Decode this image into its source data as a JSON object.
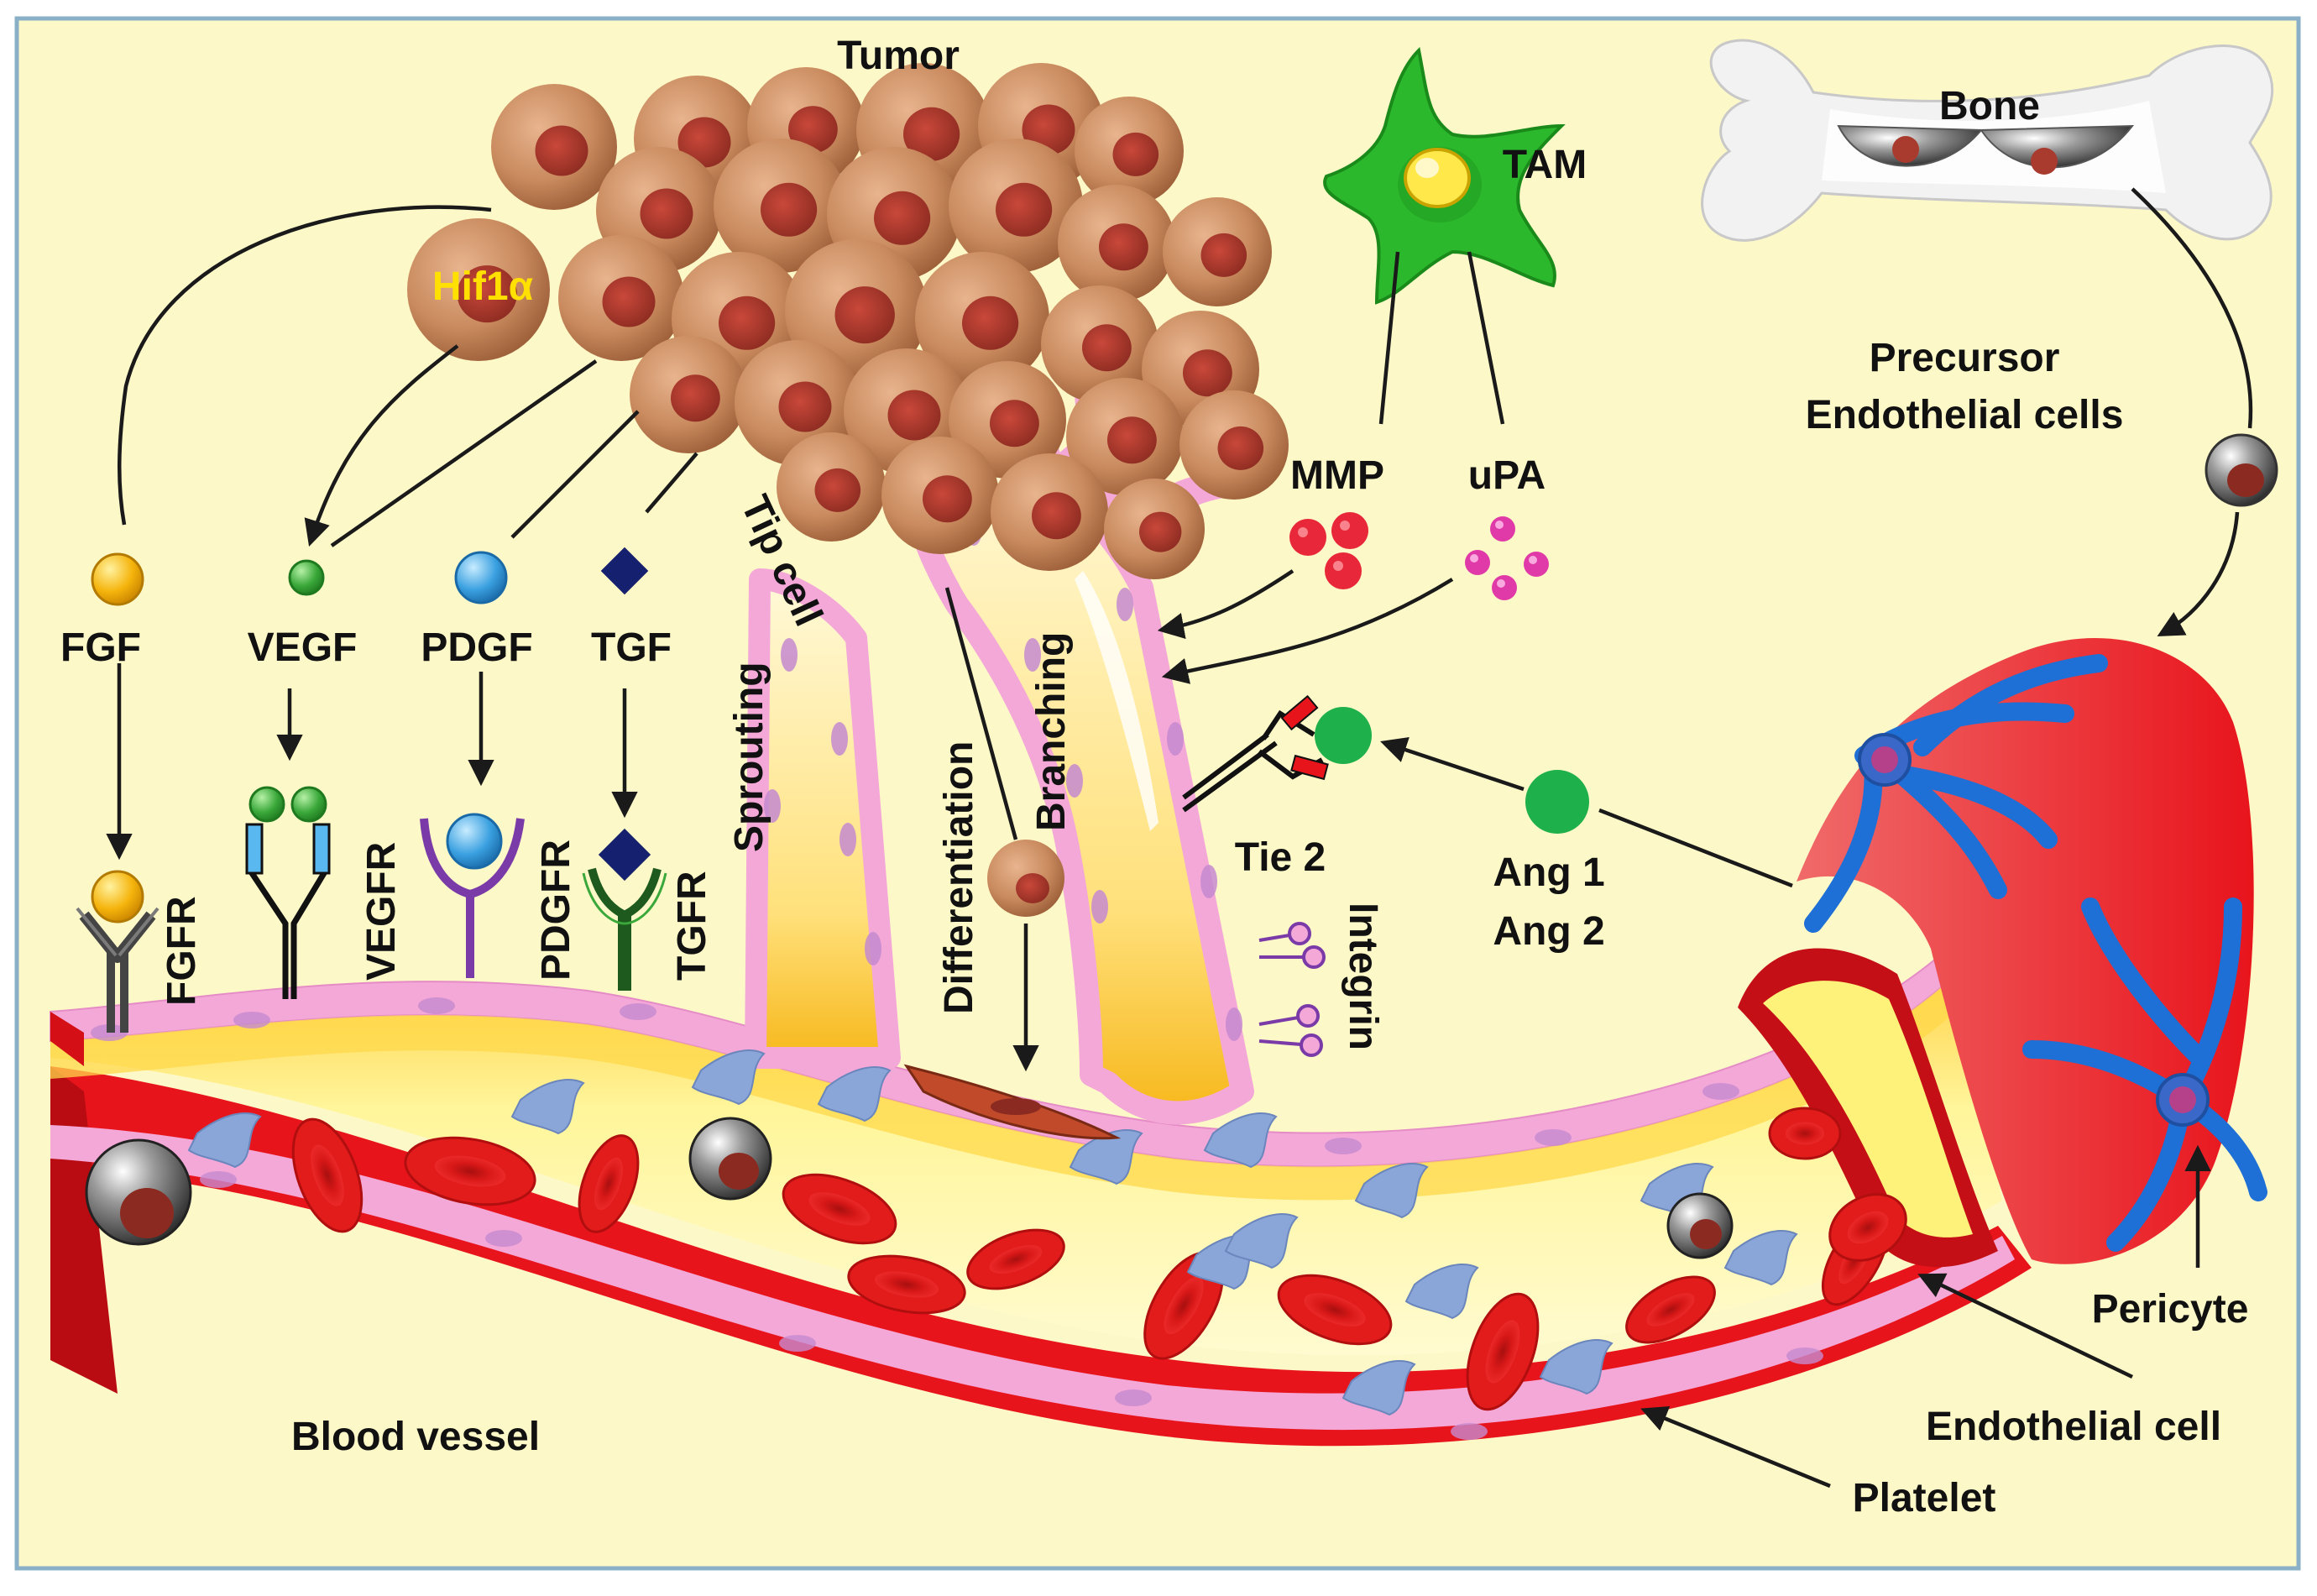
{
  "diagram": {
    "labels": {
      "tumor": "Tumor",
      "hif": "Hif1α",
      "tam": "TAM",
      "bone": "Bone",
      "precursor_line1": "Precursor",
      "precursor_line2": "Endothelial cells",
      "mmp": "MMP",
      "upa": "uPA",
      "fgf": "FGF",
      "vegf": "VEGF",
      "pdgf": "PDGF",
      "tgf": "TGF",
      "fgfr": "FGFR",
      "vegfr": "VEGFR",
      "pdgfr": "PDGFR",
      "tgfr": "TGFR",
      "tip_cell": "Tip cell",
      "sprouting": "Sprouting",
      "differentiation": "Differentiation",
      "branching": "Branching",
      "tie2": "Tie 2",
      "ang1": "Ang 1",
      "ang2": "Ang 2",
      "integrin": "Integrin",
      "blood_vessel": "Blood vessel",
      "pericyte": "Pericyte",
      "endothelial_cell": "Endothelial cell",
      "platelet": "Platelet"
    },
    "colors": {
      "background": "#fdf8c8",
      "tumor_cell": "#c98a5e",
      "tumor_nucleus": "#a83a2e",
      "vessel_red": "#e8141c",
      "vessel_yellow": "#fff27a",
      "endothelium_pink": "#f4a8d8",
      "pericyte_blue": "#1e6fd6",
      "rbc": "#e21b1b",
      "platelet": "#8aa6d8",
      "fgf": "#f5b40c",
      "vegf": "#3aa83a",
      "pdgf": "#3aa0e0",
      "tgf": "#15206e",
      "tam": "#2cb82c",
      "ang": "#1eb04a",
      "hif_text": "#ffe000"
    }
  }
}
